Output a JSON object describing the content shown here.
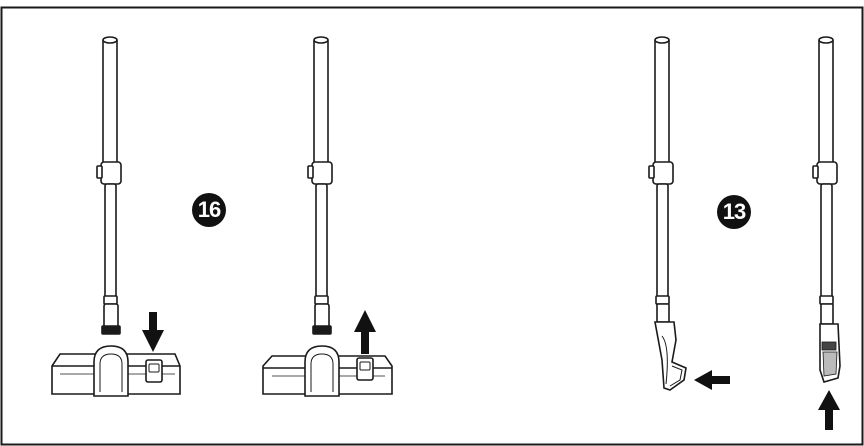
{
  "steps": [
    {
      "number": "16"
    },
    {
      "number": "13"
    }
  ],
  "colors": {
    "line": "#1a1a1a",
    "fill": "#ffffff",
    "badge": "#111111",
    "badge_text": "#ffffff"
  },
  "illustrations": [
    {
      "name": "floor-brush-lowered",
      "arrow": "down"
    },
    {
      "name": "floor-brush-raised",
      "arrow": "up"
    },
    {
      "name": "crevice-tool-side",
      "arrow": "left"
    },
    {
      "name": "crevice-tool-front",
      "arrow": "up"
    }
  ]
}
